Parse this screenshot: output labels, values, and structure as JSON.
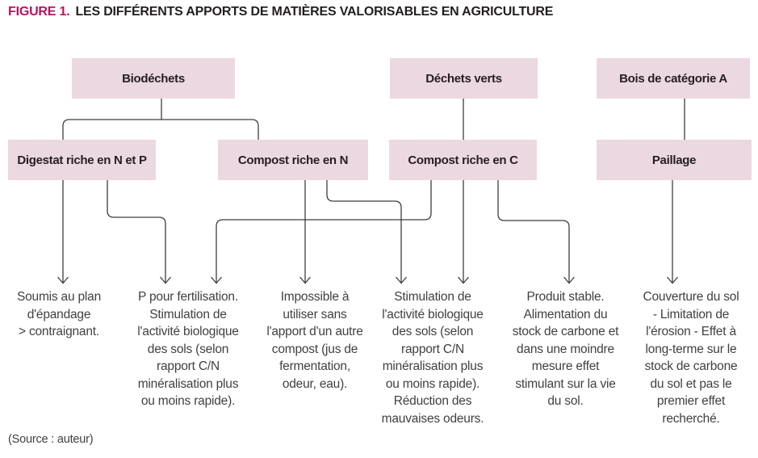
{
  "figure": {
    "label": "FIGURE 1.",
    "title": "LES DIFFÉRENTS APPORTS DE MATIÈRES VALORISABLES EN AGRICULTURE"
  },
  "nodes": {
    "sources": [
      "Biodéchets",
      "Déchets verts",
      "Bois de catégorie A"
    ],
    "products": [
      "Digestat riche en N et P",
      "Compost riche en N",
      "Compost riche en C",
      "Paillage"
    ]
  },
  "outcomes": [
    "Soumis au plan\nd'épandage\n> contraignant.",
    "P pour fertilisation.\nStimulation de\nl'activité biologique\ndes sols (selon\nrapport C/N\nminéralisation plus\nou moins rapide).",
    "Impossible à\nutiliser sans\nl'apport d'un autre\ncompost (jus de\nfermentation,\nodeur, eau).",
    "Stimulation de\nl'activité biologique\ndes sols (selon\nrapport C/N\nminéralisation plus\nou moins rapide).\nRéduction des\nmauvaises odeurs.",
    "Produit stable.\nAlimentation du\nstock de carbone et\ndans une moindre\nmesure effet\nstimulant sur la vie\ndu sol.",
    "Couverture du sol\n- Limitation de\nl'érosion - Effet à\nlong-terme sur le\nstock de carbone\ndu sol et pas le\npremier effet\nrecherché."
  ],
  "links": [
    {
      "from": "Biodéchets",
      "to": "Digestat riche en N et P"
    },
    {
      "from": "Biodéchets",
      "to": "Compost riche en N"
    },
    {
      "from": "Déchets verts",
      "to": "Compost riche en C"
    },
    {
      "from": "Bois de catégorie A",
      "to": "Paillage"
    },
    {
      "from": "Digestat riche en N et P",
      "to": "outcome-1"
    },
    {
      "from": "Digestat riche en N et P",
      "to": "outcome-2"
    },
    {
      "from": "Compost riche en C",
      "to": "outcome-2"
    },
    {
      "from": "Compost riche en N",
      "to": "outcome-3"
    },
    {
      "from": "Compost riche en N",
      "to": "outcome-4"
    },
    {
      "from": "Compost riche en C",
      "to": "outcome-4"
    },
    {
      "from": "Compost riche en C",
      "to": "outcome-5"
    },
    {
      "from": "Paillage",
      "to": "outcome-6"
    }
  ],
  "source_note": "(Source : auteur)",
  "colors": {
    "accent": "#b5155f",
    "box_fill": "#ecd8e1",
    "line": "#403d40",
    "text": "#414042",
    "node_text": "#231f20"
  }
}
